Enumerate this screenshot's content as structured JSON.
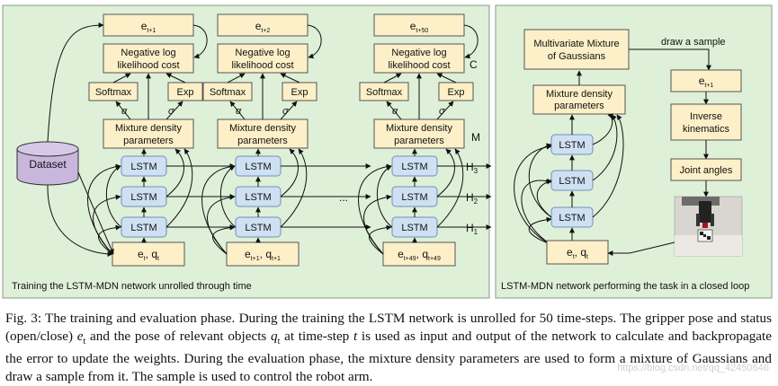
{
  "left_panel": {
    "caption": "Training the LSTM-MDN network unrolled through time",
    "columns": [
      {
        "output_var": "e",
        "output_sub": "t+1",
        "cost": [
          "Negative log",
          "likelihood cost"
        ],
        "softmax": "Softmax",
        "exp": "Exp",
        "alpha": "α",
        "sigma": "σ",
        "mdn": [
          "Mixture density",
          "parameters"
        ],
        "lstm": [
          "LSTM",
          "LSTM",
          "LSTM"
        ],
        "input": [
          "e",
          "t",
          ", q",
          "t"
        ]
      },
      {
        "output_var": "e",
        "output_sub": "t+2",
        "cost": [
          "Negative log",
          "likelihood cost"
        ],
        "softmax": "Softmax",
        "exp": "Exp",
        "alpha": "α",
        "sigma": "σ",
        "mdn": [
          "Mixture density",
          "parameters"
        ],
        "lstm": [
          "LSTM",
          "LSTM",
          "LSTM"
        ],
        "input": [
          "e",
          "t+1",
          ", q",
          "t+1"
        ]
      },
      {
        "output_var": "e",
        "output_sub": "t+50",
        "cost": [
          "Negative log",
          "likelihood cost"
        ],
        "softmax": "Softmax",
        "exp": "Exp",
        "alpha": "α",
        "sigma": "σ",
        "mdn": [
          "Mixture density",
          "parameters"
        ],
        "lstm": [
          "LSTM",
          "LSTM",
          "LSTM"
        ],
        "input": [
          "e",
          "t+49",
          ", q",
          "t+49"
        ]
      }
    ],
    "ellipsis": "...",
    "dataset": "Dataset",
    "label_c": "C",
    "label_m": "M",
    "layer_labels": [
      {
        "main": "H",
        "sub": "3"
      },
      {
        "main": "H",
        "sub": "2"
      },
      {
        "main": "H",
        "sub": "1"
      }
    ]
  },
  "right_panel": {
    "caption": "LSTM-MDN network performing the task in a closed loop",
    "mixture": [
      "Multivariate Mixture",
      "of Gaussians"
    ],
    "draw_label": "draw a sample",
    "output_var": "e",
    "output_sub": "t+1",
    "inverse": [
      "Inverse",
      "kinematics"
    ],
    "joints": "Joint angles",
    "mdn": [
      "Mixture density",
      "parameters"
    ],
    "lstm": [
      "LSTM",
      "LSTM",
      "LSTM"
    ],
    "input": [
      "e",
      "t",
      ", q",
      "t"
    ]
  },
  "caption": {
    "parts": [
      "Fig. 3: The training and evaluation phase. During the training the LSTM network is unrolled for 50 time-steps. The gripper pose and status (open/close) ",
      "e",
      "t",
      " and the pose of relevant objects ",
      "q",
      "t",
      " and the pose of relevant objects ",
      " at time-step ",
      "t",
      " is used as input and output of the network to calculate and backpropagate the error to update the weights. During the evaluation phase, the mixture density parameters are used to form a mixture of Gaussians and draw a sample from it. The sample is used to control the robot arm."
    ]
  },
  "colors": {
    "panel_fill": "#dff0d8",
    "panel_border": "#8a9a8a",
    "yellow_box": "#fdf0c8",
    "lstm_box": "#cfe0f3",
    "lstm_border": "#6f8fb8",
    "dataset": "#c9b6dd"
  },
  "icons": {
    "robot_photo": "robot-arm-photo"
  }
}
